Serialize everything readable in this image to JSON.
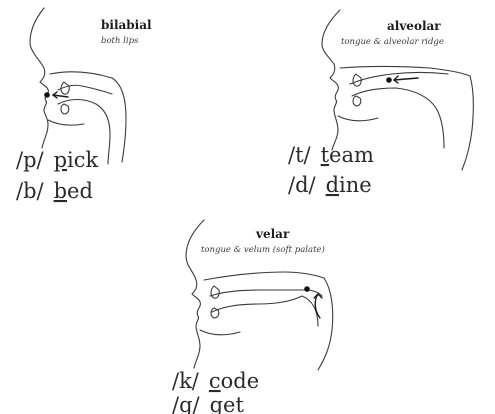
{
  "panels": [
    {
      "title": "bilabial",
      "subtitle": "both lips",
      "examples": [
        {
          "phoneme": "/p/",
          "initial": "p",
          "rest": "ick"
        },
        {
          "phoneme": "/b/",
          "initial": "b",
          "rest": "ed"
        }
      ]
    },
    {
      "title": "alveolar",
      "subtitle": "tongue & alveolar ridge",
      "examples": [
        {
          "phoneme": "/t/",
          "initial": "t",
          "rest": "eam"
        },
        {
          "phoneme": "/d/",
          "initial": "d",
          "rest": "ine"
        }
      ]
    },
    {
      "title": "velar",
      "subtitle": "tongue & velum (soft palate)",
      "examples": [
        {
          "phoneme": "/k/",
          "initial": "c",
          "rest": "ode"
        },
        {
          "phoneme": "/g/",
          "initial": "g",
          "rest": "et"
        }
      ]
    }
  ]
}
